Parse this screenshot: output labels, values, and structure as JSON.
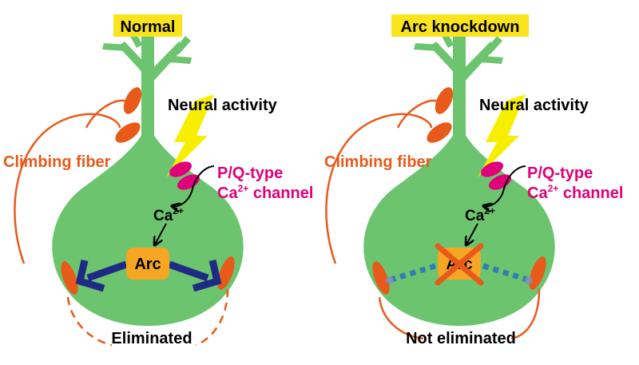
{
  "colors": {
    "cell": "#6cc46e",
    "climbing_fiber": "#e85a1a",
    "channel": "#e0007a",
    "lightning": "#f8ef00",
    "arc_box": "#f6a623",
    "elimination_arrow": "#1f2a85",
    "knockdown_marks": "#2e7fb0",
    "title_bg": "#fbe41e"
  },
  "panels": [
    {
      "title": "Normal",
      "neural_activity": "Neural activity",
      "climbing_fiber": "Climbing fiber",
      "channel_line1": "P/Q-type",
      "channel_line2_prefix": "Ca",
      "channel_line2_sup": "2+",
      "channel_line2_suffix": " channel",
      "ca_base": "Ca",
      "ca_sup": "2+",
      "arc": "Arc",
      "outcome": "Eliminated"
    },
    {
      "title": "Arc knockdown",
      "neural_activity": "Neural activity",
      "climbing_fiber": "Climbing fiber",
      "channel_line1": "P/Q-type",
      "channel_line2_prefix": "Ca",
      "channel_line2_sup": "2+",
      "channel_line2_suffix": " channel",
      "ca_base": "Ca",
      "ca_sup": "2+",
      "arc": "Arc",
      "outcome": "Not eliminated"
    }
  ]
}
